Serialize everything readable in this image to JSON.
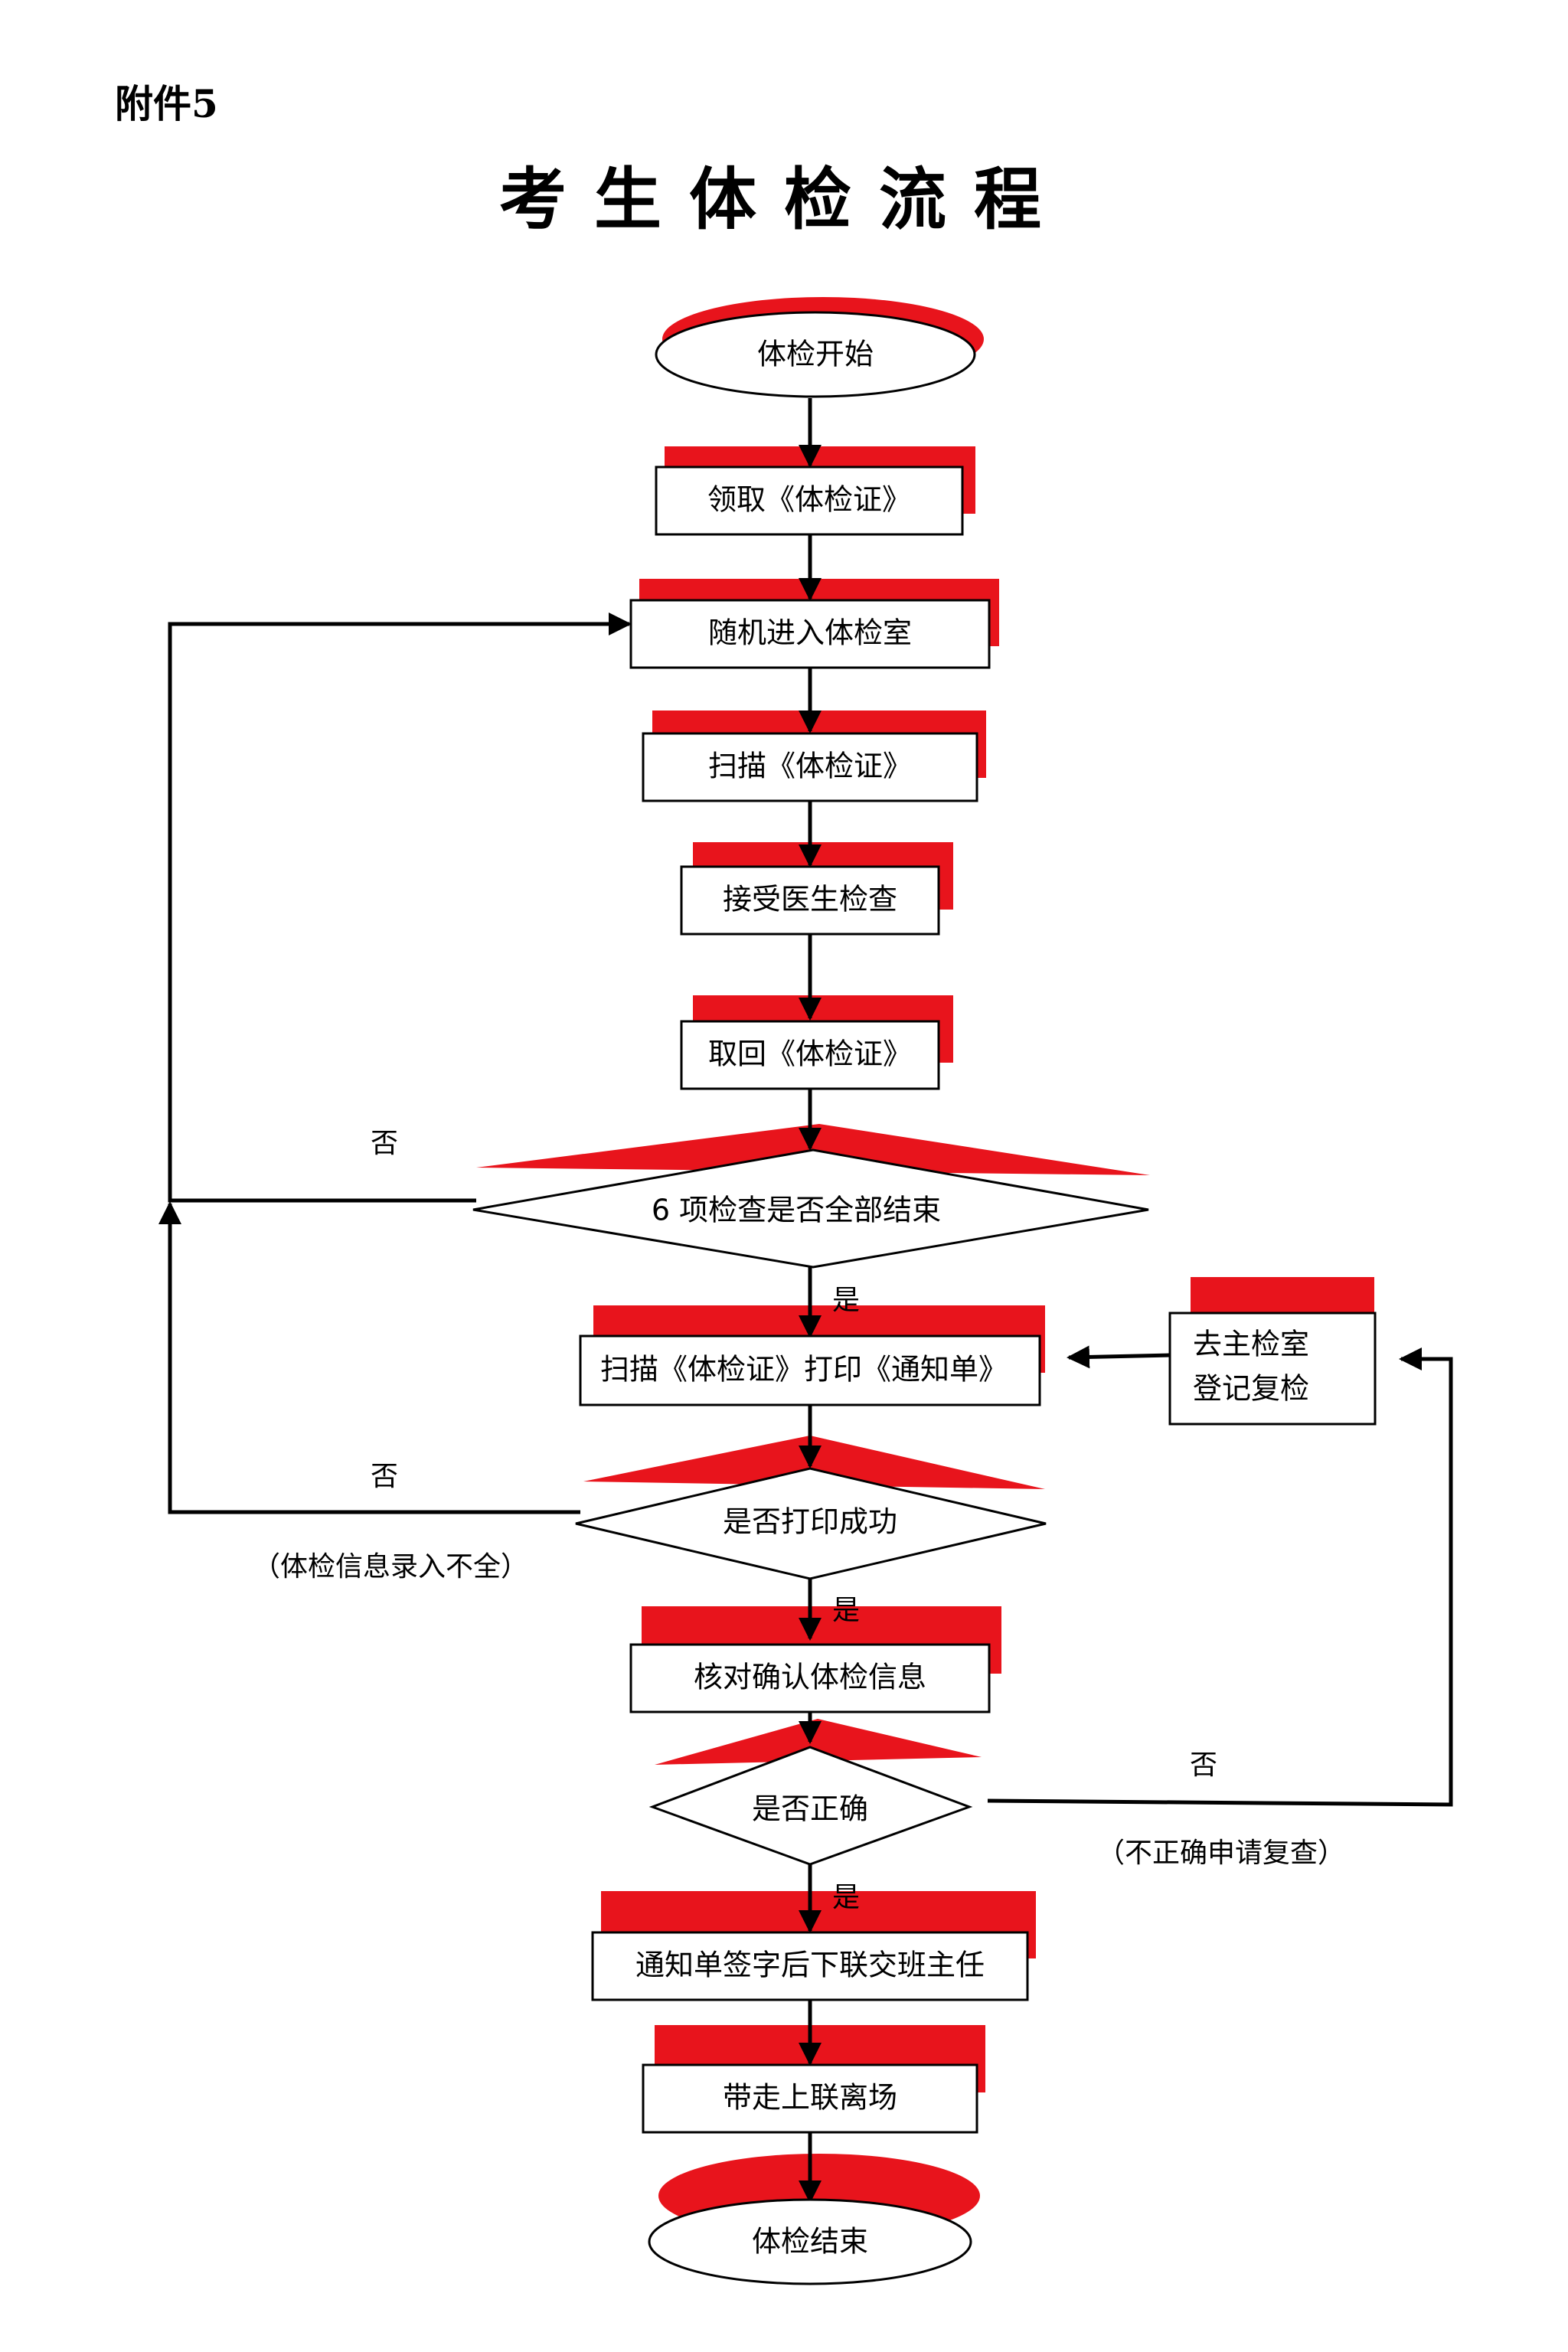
{
  "header": {
    "annex": "附件5",
    "title": "考生体检流程"
  },
  "colors": {
    "accent": "#e8141c",
    "line": "#000000",
    "fill": "#ffffff"
  },
  "nodes": {
    "start": "体检开始",
    "get_card": "领取《体检证》",
    "enter_room": "随机进入体检室",
    "scan_card": "扫描《体检证》",
    "doctor_exam": "接受医生检查",
    "retrieve_card": "取回《体检证》",
    "check_all_done": "6 项检查是否全部结束",
    "scan_print": "扫描《体检证》打印《通知单》",
    "print_success": "是否打印成功",
    "verify_info": "核对确认体检信息",
    "is_correct": "是否正确",
    "sign_notice": "通知单签字后下联交班主任",
    "take_leave": "带走上联离场",
    "end": "体检结束",
    "recheck_line1": "去主检室",
    "recheck_line2": "登记复检"
  },
  "labels": {
    "no_1": "否",
    "yes_1": "是",
    "no_2": "否",
    "no_2_note": "（体检信息录入不全）",
    "yes_2": "是",
    "no_3": "否",
    "no_3_note": "（不正确申请复查）",
    "yes_3": "是"
  }
}
